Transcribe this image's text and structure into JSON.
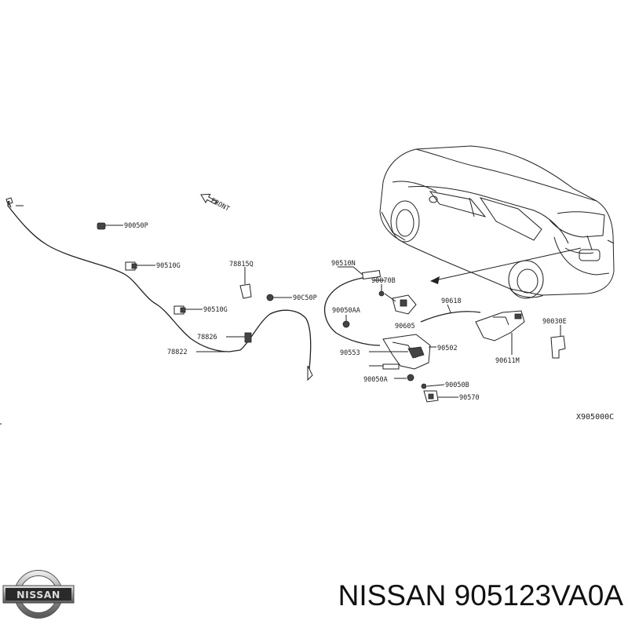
{
  "diagram": {
    "front_label": "FRONT",
    "figure_code": "X905000C",
    "callouts": {
      "p90050P": "90050P",
      "p90510G_a": "90510G",
      "p78815Q": "78815Q",
      "p90C50P": "90C50P",
      "p90510G_b": "90510G",
      "p78826": "78826",
      "p78822": "78822",
      "p90510N": "90510N",
      "p90070B": "90070B",
      "p90050AA": "90050AA",
      "p90605": "90605",
      "p90553": "90553",
      "p90502": "90502",
      "p90050A": "90050A",
      "p90050B": "90050B",
      "p90570": "90570",
      "p90618": "90618",
      "p90611M": "90611M",
      "p90030E": "90030E"
    }
  },
  "logo": {
    "text": "NISSAN"
  },
  "caption": {
    "text": "NISSAN 905123VA0A"
  }
}
